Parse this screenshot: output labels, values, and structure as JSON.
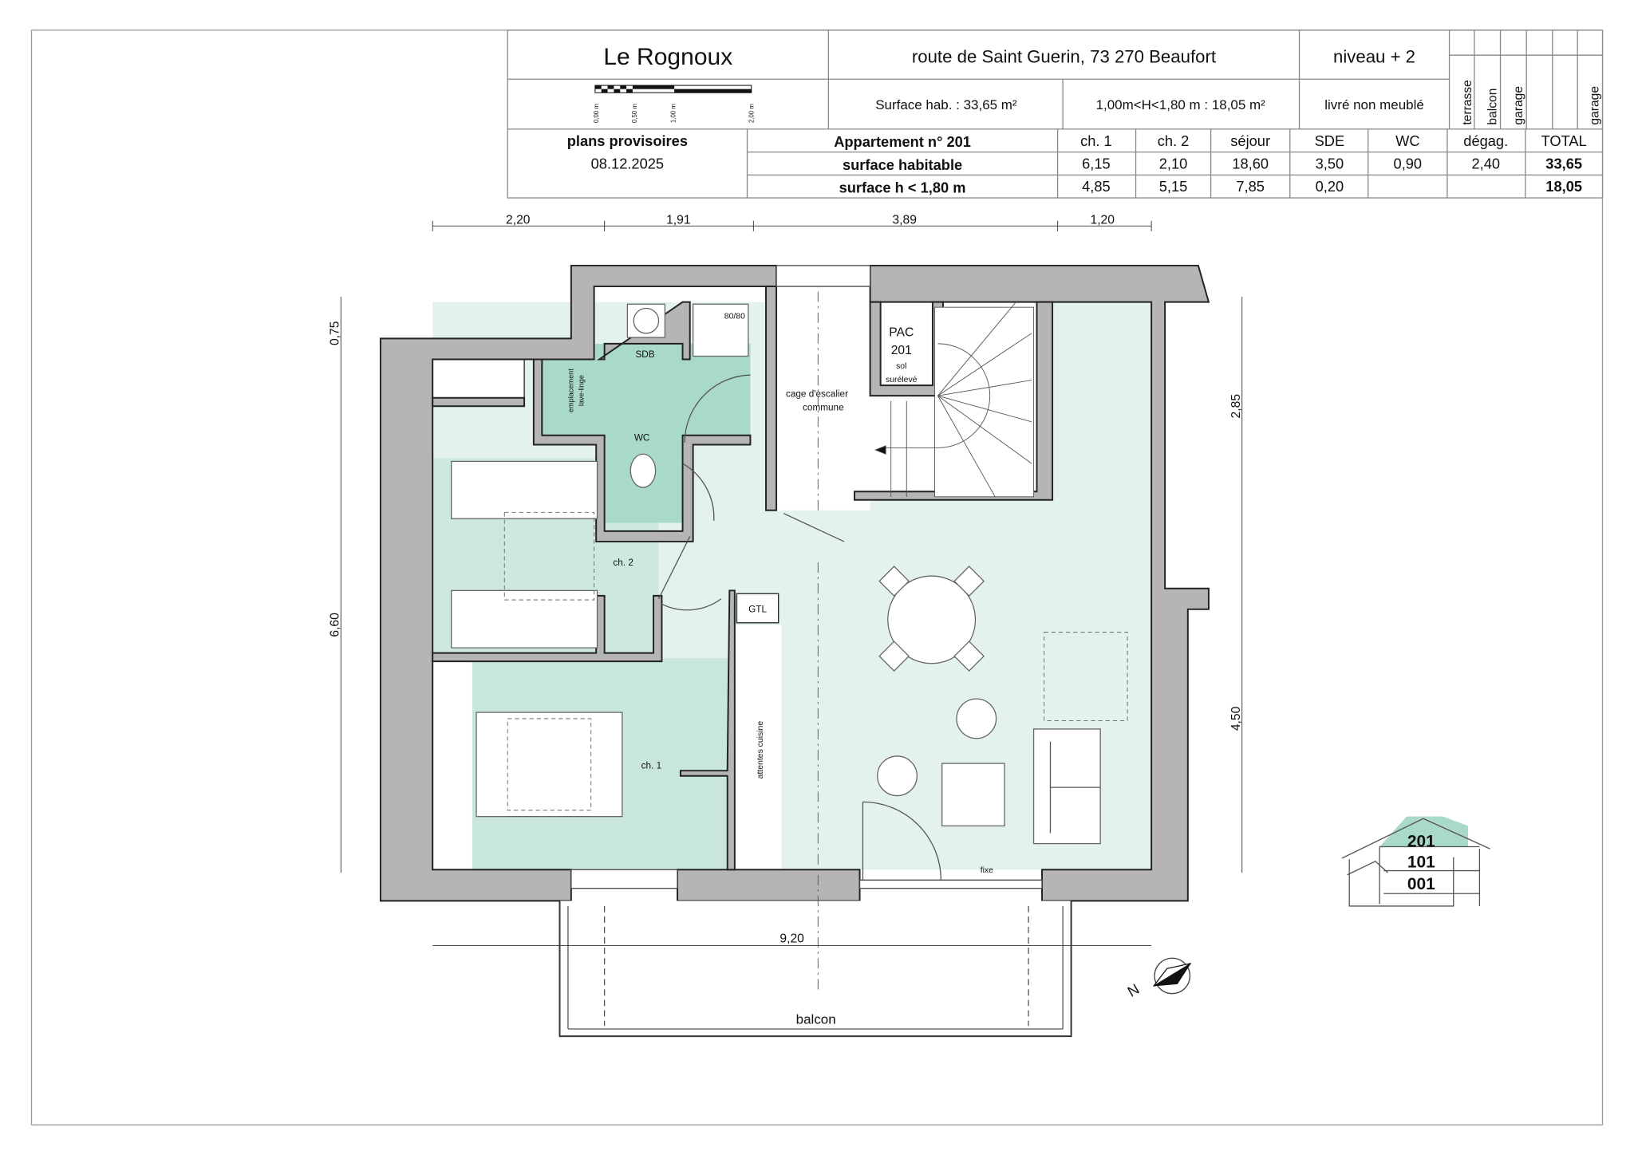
{
  "header": {
    "project": "Le Rognoux",
    "address": "route de Saint Guerin,  73 270 Beaufort",
    "level": "niveau + 2",
    "scale_labels": [
      "0,00 m",
      "0,50 m",
      "1,00 m",
      "2,00 m"
    ],
    "surface_hab": "Surface hab. :  33,65 m²",
    "surface_low": "1,00m<H<1,80 m : 18,05 m²",
    "furnishing": "livré non meublé",
    "vertical_labels": [
      "terrasse",
      "balcon",
      "garage",
      "garage"
    ],
    "status": "plans provisoires",
    "date": "08.12.2025"
  },
  "table": {
    "title": "Appartement n° 201",
    "columns": [
      "ch. 1",
      "ch. 2",
      "séjour",
      "SDE",
      "WC",
      "dégag.",
      "TOTAL"
    ],
    "rows": [
      {
        "label": "surface habitable",
        "values": [
          "6,15",
          "2,10",
          "18,60",
          "3,50",
          "0,90",
          "2,40",
          "33,65"
        ]
      },
      {
        "label": "surface h < 1,80 m",
        "values": [
          "4,85",
          "5,15",
          "7,85",
          "0,20",
          "",
          "",
          "18,05"
        ]
      }
    ]
  },
  "dimensions": {
    "top": [
      "2,20",
      "1,91",
      "3,89",
      "1,20"
    ],
    "left": [
      "0,75",
      "6,60"
    ],
    "right": [
      "2,85",
      "4,50"
    ],
    "bottom": "9,20"
  },
  "rooms": {
    "sdb": "SDB",
    "shower": "80/80",
    "laundry": [
      "emplacement",
      "lave-linge"
    ],
    "wc": "WC",
    "stair": [
      "cage d'escalier",
      "commune"
    ],
    "pac": [
      "PAC",
      "201",
      "sol",
      "surélevé"
    ],
    "ch2": "ch. 2",
    "gtl": "GTL",
    "kitchen": "attentes cuisine",
    "ch1": "ch. 1",
    "fixe": "fixe",
    "balcon": "balcon"
  },
  "compass": {
    "label": "N"
  },
  "building_key": {
    "levels": [
      "201",
      "101",
      "001"
    ],
    "highlight": "201",
    "highlight_color": "#a9d9c9"
  },
  "colors": {
    "living": "#e4f2ed",
    "bedroom": "#cde9df",
    "wet": "#a9d9c9",
    "wall": "#b5b5b5"
  }
}
